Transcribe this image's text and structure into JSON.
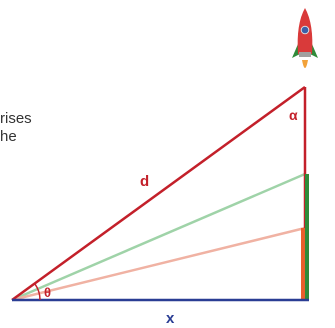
{
  "caption": {
    "line1": "rises",
    "line2": "he"
  },
  "labels": {
    "distance": "d",
    "alpha": "α",
    "theta": "θ",
    "base": "x"
  },
  "colors": {
    "hypotenuse": "#c3202a",
    "vertical": "#c3202a",
    "base": "#2a3d94",
    "green_line": "#9fd3a8",
    "pink_line": "#f0b2a3",
    "green_bar": "#2f8b3a",
    "orange_bar": "#e8602c",
    "rocket_body": "#d93a3a",
    "rocket_window": "#3b5fa8",
    "rocket_flame": "#f2a23a"
  },
  "icons": {
    "rocket": "rocket-icon"
  }
}
